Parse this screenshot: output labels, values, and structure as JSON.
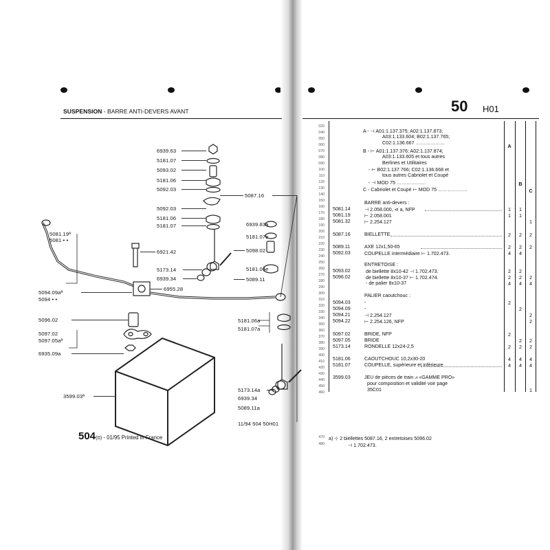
{
  "header": {
    "section_bold": "SUSPENSION",
    "section_rest": " - BARRE ANTI-DEVERS AVANT",
    "group_number": "50",
    "group_code": "H01"
  },
  "diagram": {
    "part_labels": [
      "6939.63",
      "5181.07",
      "5093.02",
      "5181.06",
      "5092.03",
      "5092.03",
      "5181.06",
      "5181.07",
      "5081.19ª",
      "5081 • •",
      "6921.42",
      "5087.16",
      "6939.83a",
      "5181.07e",
      "5098.02",
      "5173.14",
      "6939.34",
      "6955.28",
      "5181.06e",
      "5089.11",
      "5094.09aª",
      "5094 • •",
      "5096.02",
      "5097.02",
      "5097.05aª",
      "6935.09a",
      "5181.06a",
      "5181.07a",
      "3599.03ª",
      "5173.14a",
      "6939.34",
      "5089.11a"
    ],
    "ref_code": "11/94  504  50H01"
  },
  "footer": {
    "model": "504",
    "model_suffix": "(0)",
    "printed": " - 01/95 Printed in France"
  },
  "table": {
    "column_headers": [
      "A",
      "B",
      "C"
    ],
    "row_numbers": [
      "020",
      "040",
      "050",
      "060",
      "070",
      "080",
      "090",
      "100",
      "110",
      "120",
      "130",
      "140",
      "150",
      "160",
      "170",
      "180",
      "190",
      "200",
      "210",
      "220",
      "230",
      "240",
      "250",
      "260",
      "270",
      "280",
      "290",
      "300",
      "310",
      "320",
      "330",
      "340",
      "350",
      "360",
      "370",
      "380",
      "390",
      "400",
      "410",
      "420",
      "430",
      "440",
      "450",
      "460",
      "470",
      "480"
    ],
    "conditions": [
      "A - ⊣ A01:1.137.375; A02:1.137.873;",
      "A03:1.133.604; B02:1.137.765;",
      "C02:1.136.667 ………………",
      "B - ⊢ A01:1.137.376; A02:1.137.874;",
      "A03:1.133.605 et tous autres",
      "Berlines et Utilitaires",
      "- ⊢ B02:1.137.766; C02:1.136.668 et",
      "tous autres Cabriolet et Coupé",
      "- ⊣ MOD 75 ………………",
      "C - Cabriolet et Coupé ⊢ MOD 75 ………………"
    ],
    "rows": [
      {
        "ref": "",
        "text": "BARRE anti-devers :",
        "q": [
          "",
          "",
          ""
        ]
      },
      {
        "ref": "5081.14",
        "text": "⊣ 2.058.000, ⊲ a, NFP",
        "q": [
          "1",
          "1",
          ""
        ]
      },
      {
        "ref": "5081.19",
        "text": "⊢ 2.058.001",
        "q": [
          "1",
          "1",
          ""
        ]
      },
      {
        "ref": "5081.32",
        "text": "⊢ 2.254.127",
        "q": [
          "",
          "",
          "1"
        ]
      },
      {
        "ref": "5087.16",
        "text": "BIELLETTE",
        "q": [
          "2",
          "2",
          "2"
        ]
      },
      {
        "ref": "5089.11",
        "text": "AXE 12x1,50-65",
        "q": [
          "2",
          "2",
          "2"
        ]
      },
      {
        "ref": "5092.03",
        "text": "COUPELLE intermédiaire ⊢ 1.702.473.",
        "q": [
          "4",
          "4",
          ""
        ]
      },
      {
        "ref": "",
        "text": "ENTRETOISE :",
        "q": [
          "",
          "",
          ""
        ]
      },
      {
        "ref": "5093.02",
        "text": "de biellette 8x10-42 ⊣ 1.702.473.",
        "q": [
          "2",
          "2",
          ""
        ]
      },
      {
        "ref": "5096.02",
        "text": "de biellette 8x10-37 ⊢ 1.702.474.",
        "q": [
          "2",
          "2",
          "2"
        ]
      },
      {
        "ref": "",
        "text": "- de palier 8x10-37",
        "q": [
          "4",
          "4",
          "4"
        ]
      },
      {
        "ref": "",
        "text": "PALIER caoutchouc :",
        "q": [
          "",
          "",
          ""
        ]
      },
      {
        "ref": "5094.03",
        "text": "-",
        "q": [
          "2",
          "",
          ""
        ]
      },
      {
        "ref": "5094.09",
        "text": "-",
        "q": [
          "",
          "2",
          ""
        ]
      },
      {
        "ref": "5094.21",
        "text": "⊣ 2.254.127",
        "q": [
          "",
          "",
          "2"
        ]
      },
      {
        "ref": "5094.22",
        "text": "⊢ 2.254.126, NFP",
        "q": [
          "",
          "",
          "2"
        ]
      },
      {
        "ref": "5097.02",
        "text": "BRIDE, NFP",
        "q": [
          "2",
          "",
          ""
        ]
      },
      {
        "ref": "5097.05",
        "text": "BRIDE",
        "q": [
          "",
          "2",
          "2"
        ]
      },
      {
        "ref": "5173.14",
        "text": "RONDELLE 12x24-2,5",
        "q": [
          "2",
          "2",
          "2"
        ]
      },
      {
        "ref": "5181.06",
        "text": "CAOUTCHOUC 10,2x30-20",
        "q": [
          "4",
          "4",
          "4"
        ]
      },
      {
        "ref": "5181.07",
        "text": "COUPELLE, supérieure et inférieure",
        "q": [
          "4",
          "4",
          "4"
        ]
      },
      {
        "ref": "3599.03",
        "text": "JEU de pièces de train ⩘ «GAMME PRO»",
        "q": [
          "",
          "",
          ""
        ]
      },
      {
        "ref": "",
        "text": "pour composition et validité voir page",
        "q": [
          "",
          "",
          ""
        ]
      },
      {
        "ref": "",
        "text": "35C01",
        "q": [
          "",
          "",
          "1"
        ]
      }
    ],
    "footnote_line1": "a)  ⊹  2 biellettes 5087.16, 2 entretoises 5096.02",
    "footnote_line2": "⊣ 1.702.473."
  }
}
